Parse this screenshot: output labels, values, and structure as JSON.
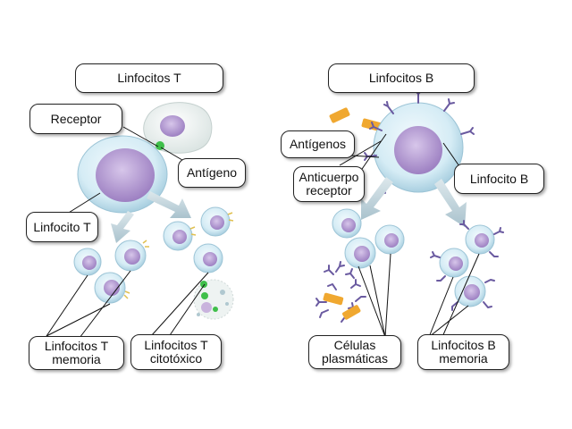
{
  "panels": {
    "t": {
      "title": "Linfocitos T",
      "receptor": "Receptor",
      "antigen": "Antígeno",
      "lymphocyte": "Linfocito T",
      "memory": "Linfocitos T\nmemoria",
      "cytotoxic": "Linfocitos T\ncitotóxico"
    },
    "b": {
      "title": "Linfocitos B",
      "antigens": "Antígenos",
      "antibody_receptor": "Anticuerpo\nreceptor",
      "lymphocyte": "Linfocito B",
      "plasma": "Células\nplasmáticas",
      "memory": "Linfocitos B\nmemoria"
    }
  },
  "colors": {
    "cell_fill": "#d8eef6",
    "cell_stroke": "#8fb8cc",
    "nucleus": "#b39ad0",
    "arrow": "#b9cdd6",
    "antigen_orange": "#f0a830",
    "receptor_green": "#3fbf4a",
    "antibody_purple": "#6a5aa0",
    "apc_fill": "#eef3f2"
  }
}
